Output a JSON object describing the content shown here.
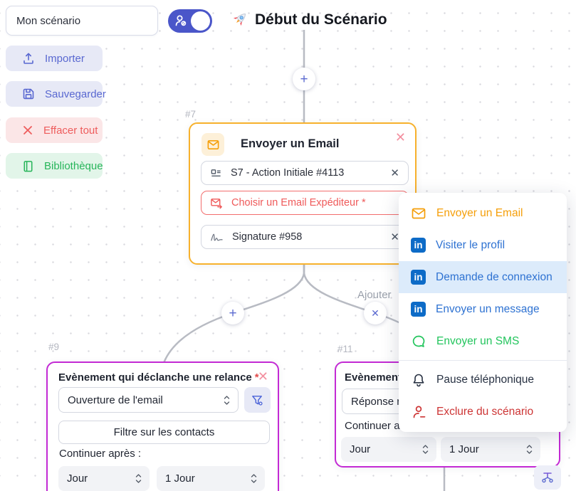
{
  "header": {
    "scenario_name": "Mon scénario",
    "start_title": "Début du Scénario"
  },
  "sidebar": {
    "items": [
      {
        "label": "Importer",
        "icon": "upload-icon"
      },
      {
        "label": "Sauvegarder",
        "icon": "floppy-icon"
      },
      {
        "label": "Effacer tout",
        "icon": "x-icon"
      },
      {
        "label": "Bibliothèque",
        "icon": "book-icon"
      }
    ]
  },
  "nodes": {
    "email": {
      "id_label": "#7",
      "title": "Envoyer un Email",
      "sequence_value": "S7 - Action Initiale #4113",
      "sender_placeholder": "Choisir un Email Expéditeur *",
      "signature_value": "Signature #958"
    },
    "trigger_left": {
      "id_label": "#9",
      "title": "Evènement qui déclanche une relance",
      "required_mark": "*",
      "event_value": "Ouverture de l'email",
      "contacts_filter_label": "Filtre sur les contacts",
      "continue_label": "Continuer après :",
      "unit_value": "Jour",
      "delay_value": "1 Jour"
    },
    "trigger_right": {
      "id_label": "#11",
      "title_visible": "Evènement",
      "event_value_visible": "Réponse r",
      "continue_label_visible": "Continuer a",
      "unit_value": "Jour",
      "delay_value": "1 Jour"
    }
  },
  "connector": {
    "add_label": "Ajouter",
    "plus_glyph": "+",
    "close_glyph": "✕"
  },
  "menu": {
    "items": [
      {
        "label": "Envoyer un Email",
        "icon": "envelope-icon"
      },
      {
        "label": "Visiter le profil",
        "icon": "linkedin-icon"
      },
      {
        "label": "Demande de connexion",
        "icon": "linkedin-icon",
        "highlighted": true
      },
      {
        "label": "Envoyer un message",
        "icon": "linkedin-icon"
      },
      {
        "label": "Envoyer un SMS",
        "icon": "chat-bubble-icon"
      },
      {
        "label": "Pause téléphonique",
        "icon": "bell-icon"
      },
      {
        "label": "Exclure du scénario",
        "icon": "person-minus-icon"
      }
    ],
    "linkedin_badge_text": "in"
  },
  "glyphs": {
    "close": "✕"
  },
  "colors": {
    "accent_indigo": "#4a56c9",
    "sidebar_indigo_bg": "#e7e9f6",
    "sidebar_indigo_text": "#5968d1",
    "sidebar_red_bg": "#fbe6e7",
    "sidebar_red_text": "#ee5c5c",
    "sidebar_green_bg": "#e2f5e9",
    "sidebar_green_text": "#27b55a",
    "email_node_border": "#f7b12c",
    "email_icon_orange": "#f59f0a",
    "error_red": "#ef5a5a",
    "trigger_node_border": "#c32ad4",
    "linkedin_blue": "#0d6bc7",
    "menu_link_blue": "#2e72d2",
    "menu_highlight_bg": "#dcebfb",
    "sms_green": "#23c55d",
    "exclude_red": "#cd3434",
    "connector_gray": "#b8bbc3"
  }
}
